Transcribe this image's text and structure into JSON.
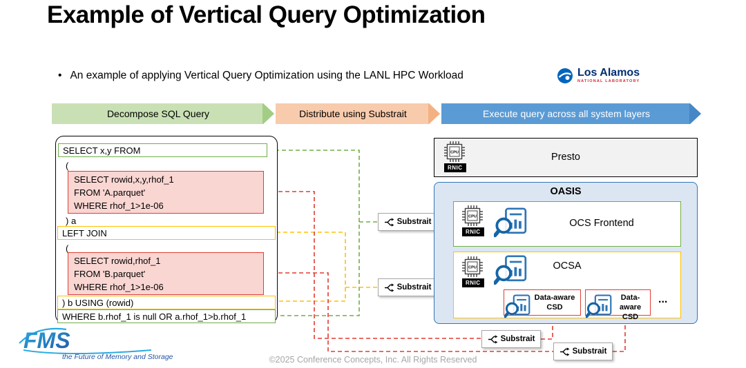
{
  "slide": {
    "title": "Example of Vertical Query Optimization",
    "bullet": "An example of applying Vertical Query Optimization using the LANL HPC Workload",
    "footer": "©2025 Conference Concepts, Inc. All Rights Reserved"
  },
  "logos": {
    "los_alamos": {
      "name": "Los Alamos",
      "subtitle": "NATIONAL LABORATORY"
    },
    "fms": {
      "name": "FMS",
      "tagline": "the Future of Memory and Storage"
    }
  },
  "process_banners": [
    {
      "label": "Decompose SQL Query",
      "fill": "#c9e0b4",
      "tip": "#a3cd85",
      "text_color": "#000000"
    },
    {
      "label": "Distribute using Substrait",
      "fill": "#f8cbad",
      "tip": "#f3b183",
      "text_color": "#000000"
    },
    {
      "label": "Execute query across all system layers",
      "fill": "#5b9bd5",
      "tip": "#4688c5",
      "text_color": "#ffffff"
    }
  ],
  "sql_query": {
    "select_outer": "SELECT x,y FROM",
    "open_paren_a": "(",
    "subquery_a": [
      "SELECT rowid,x,y,rhof_1",
      "FROM 'A.parquet'",
      "WHERE rhof_1>1e-06"
    ],
    "close_paren_a": ") a",
    "join": "LEFT JOIN",
    "open_paren_b": "(",
    "subquery_b": [
      "SELECT rowid,rhof_1",
      "FROM 'B.parquet'",
      "WHERE rhof_1>1e-06"
    ],
    "close_paren_b": ") b USING (rowid)",
    "where_outer": "WHERE b.rhof_1 is null OR a.rhof_1>b.rhof_1"
  },
  "substrait_nodes": [
    {
      "label": "Substrait"
    },
    {
      "label": "Substrait"
    },
    {
      "label": "Substrait"
    },
    {
      "label": "Substrait"
    }
  ],
  "system_layers": {
    "presto": {
      "label": "Presto",
      "cpu": "CPU",
      "rnic": "RNIC"
    },
    "oasis": {
      "label": "OASIS",
      "ocs_frontend": {
        "label": "OCS Frontend",
        "cpu": "CPU",
        "rnic": "RNIC"
      },
      "ocsa": {
        "label": "OCSA",
        "cpu": "CPU",
        "rnic": "RNIC",
        "csd_nodes": [
          {
            "line1": "Data-aware",
            "line2": "CSD"
          },
          {
            "line1": "Data-aware",
            "line2": "CSD"
          }
        ],
        "more": "..."
      }
    }
  },
  "colors": {
    "green": "#70ad47",
    "yellow": "#ffc000",
    "red": "#e03c31",
    "blue_border": "#2e75b6",
    "oasis_bg": "#dce6f2",
    "presto_bg": "#f2f2f2"
  }
}
